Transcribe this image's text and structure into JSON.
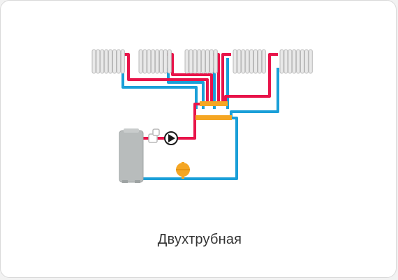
{
  "card": {
    "caption": "Двухтрубная"
  },
  "colors": {
    "supply_pipe": "#e8144a",
    "return_pipe": "#1a9fd8",
    "manifold": "#f5a623",
    "radiator": "#e9e9e9",
    "radiator_stroke": "#b8b8b8",
    "boiler": "#b8bcbc",
    "expansion_tank": "#f5a623"
  },
  "diagram": {
    "system_type": "two-pipe heating",
    "radiator_count": 5,
    "components": [
      "boiler",
      "valve-icon",
      "pump-icon",
      "expansion-tank",
      "manifold",
      "radiators"
    ]
  }
}
